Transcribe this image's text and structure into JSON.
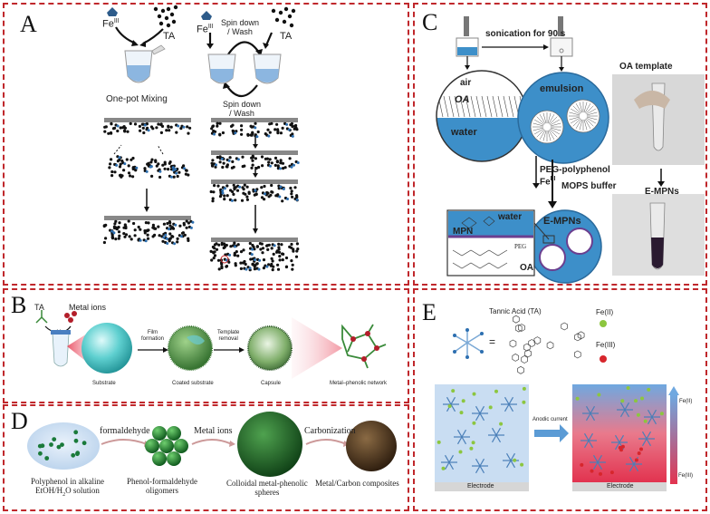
{
  "panels": {
    "A": {
      "label": "A",
      "fe": "Fe",
      "fe_sup": "III",
      "ta": "TA",
      "one_pot": "One-pot Mixing",
      "spin1": "Spin down",
      "spin1b": "/ Wash",
      "spin2": "Spin down",
      "spin2b": "/ Wash"
    },
    "B": {
      "label": "B",
      "ta": "TA",
      "metal_ions": "Metal ions",
      "film1": "Film",
      "film2": "formation",
      "tmpl1": "Template",
      "tmpl2": "removal",
      "substrate": "Substrate",
      "coated": "Coated substrate",
      "capsule": "Capsule",
      "network": "Metal–phenolic network"
    },
    "C": {
      "label": "C",
      "sonication": "sonication for 90 s",
      "air": "air",
      "oa": "OA",
      "water": "water",
      "emulsion": "emulsion",
      "oa_template": "OA template",
      "peg": "PEG-polyphenol",
      "fe": "Fe",
      "fe_sup": "III",
      "mops": "MOPS buffer",
      "empns_arrow": "E-MPNs",
      "empns": "E-MPNs",
      "water2": "water",
      "mpn": "MPN",
      "peg_label": "PEG",
      "oa2": "OA"
    },
    "D": {
      "label": "D",
      "formaldehyde": "formaldehyde",
      "metal_ions": "Metal ions",
      "carbonization": "Carbonization",
      "poly1": "Polyphenol in alkaline",
      "poly2": "EtOH/H",
      "poly2_sub": "2",
      "poly2_end": "O solution",
      "pf1": "Phenol-formaldehyde",
      "pf2": "oligomers",
      "col1": "Colloidal metal-phenolic",
      "col2": "spheres",
      "mc": "Metal/Carbon composites"
    },
    "E": {
      "label": "E",
      "tannic": "Tannic Acid (TA)",
      "equals": "=",
      "fe2": "Fe(II)",
      "fe3": "Fe(III)",
      "anodic": "Anodic current",
      "electrode1": "Electrode",
      "electrode2": "Electrode",
      "grad_top": "Fe(II)",
      "grad_bot": "Fe(III)"
    }
  },
  "colors": {
    "border": "#c0282c",
    "water_blue": "#3d8fc9",
    "teal": "#2bb3b3",
    "green_dot": "#8cc63f",
    "red_dot": "#d7262c",
    "arrow_blue": "#5b9bd5"
  }
}
